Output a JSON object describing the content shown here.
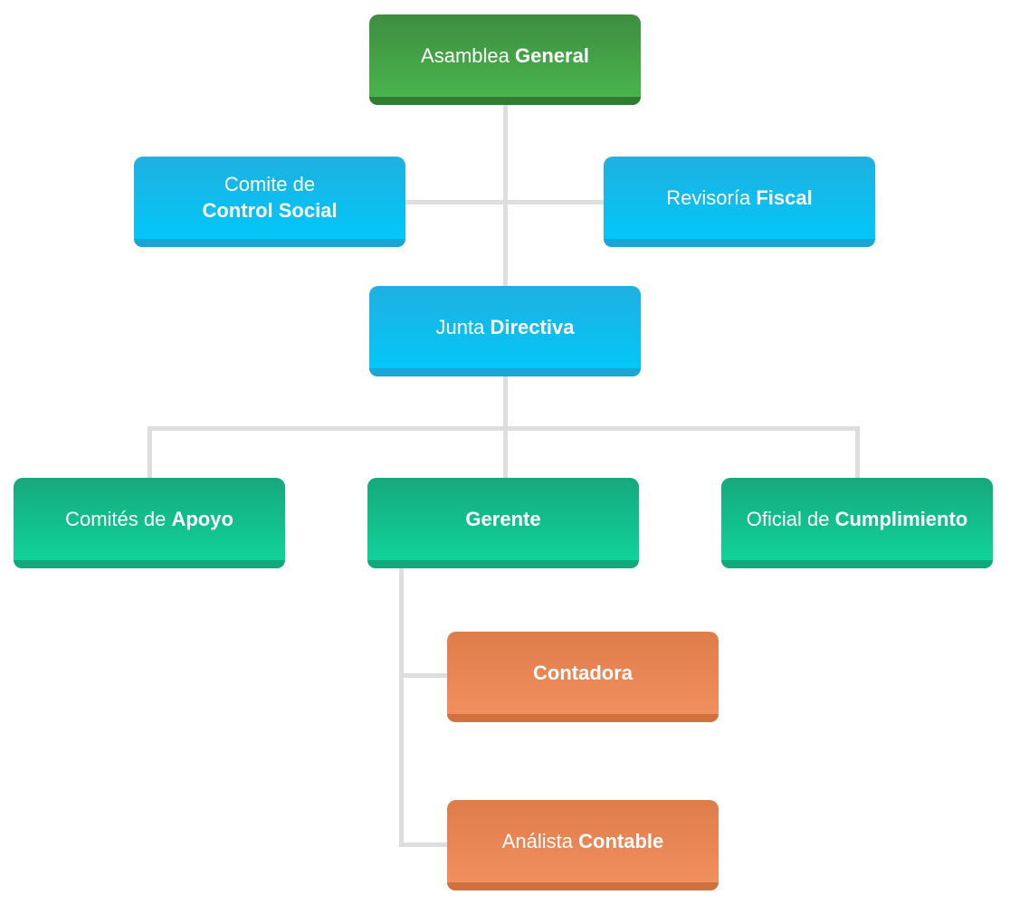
{
  "palette": {
    "background": "#ffffff",
    "connector": "#dedede",
    "text": "#ffffff",
    "green-top": "#3e8e40",
    "green-bottom": "#4ab74e",
    "green-edge": "#2e7d32",
    "cyan-top": "#1fb0e1",
    "cyan-bottom": "#00c9fa",
    "cyan-edge": "#1aa5d5",
    "teal-top": "#16a87d",
    "teal-bottom": "#0fd79c",
    "teal-edge": "#12a87c",
    "orange-top": "#de7c4a",
    "orange-bottom": "#f29260",
    "orange-edge": "#d0713f"
  },
  "nodes": [
    {
      "id": "asamblea-general",
      "text_regular": "Asamblea ",
      "text_bold": "General",
      "theme": "green"
    },
    {
      "id": "comite-control-social",
      "text_regular": "Comite de",
      "text_bold": "Control Social",
      "theme": "cyan"
    },
    {
      "id": "revisoria-fiscal",
      "text_regular": "Revisoría ",
      "text_bold": "Fiscal",
      "theme": "cyan"
    },
    {
      "id": "junta-directiva",
      "text_regular": "Junta ",
      "text_bold": "Directiva",
      "theme": "cyan"
    },
    {
      "id": "comites-de-apoyo",
      "text_regular": "Comités de ",
      "text_bold": "Apoyo",
      "theme": "teal"
    },
    {
      "id": "gerente",
      "text_regular": "",
      "text_bold": "Gerente",
      "theme": "teal"
    },
    {
      "id": "oficial-cumplimiento",
      "text_regular": "Oficial de ",
      "text_bold": "Cumplimiento",
      "theme": "teal"
    },
    {
      "id": "contadora",
      "text_regular": "",
      "text_bold": "Contadora",
      "theme": "orange"
    },
    {
      "id": "analista-contable",
      "text_regular": "Análista ",
      "text_bold": "Contable",
      "theme": "orange"
    }
  ]
}
